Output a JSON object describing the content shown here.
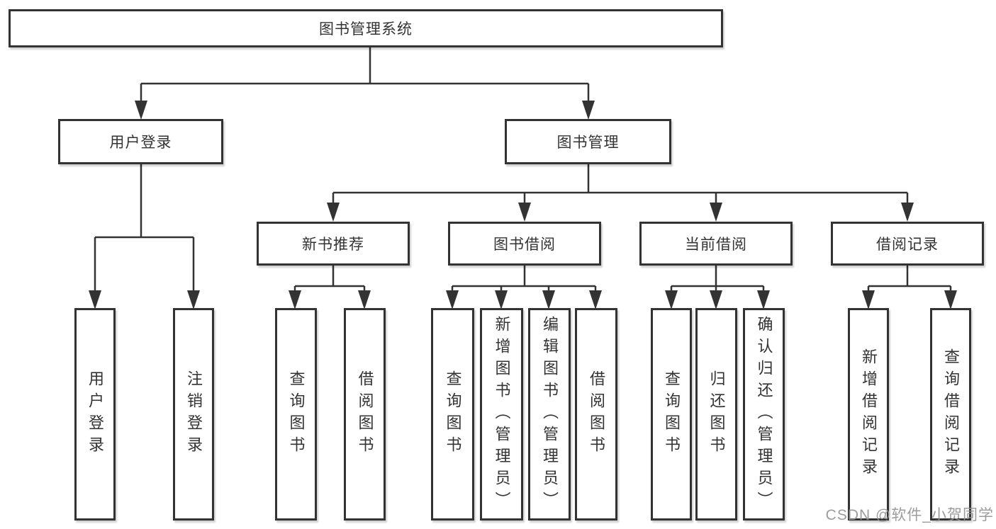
{
  "root": {
    "label": "图书管理系统"
  },
  "branches": {
    "user": {
      "label": "用户登录",
      "children": [
        "用户登录",
        "注销登录"
      ]
    },
    "book": {
      "label": "图书管理"
    }
  },
  "groups": [
    {
      "label": "新书推荐",
      "children": [
        "查询图书",
        "借阅图书"
      ]
    },
    {
      "label": "图书借阅",
      "children": [
        "查询图书",
        "新增图书（管理员）",
        "编辑图书（管理员）",
        "借阅图书"
      ]
    },
    {
      "label": "当前借阅",
      "children": [
        "查询图书",
        "归还图书",
        "确认归还（管理员）"
      ]
    },
    {
      "label": "借阅记录",
      "children": [
        "新增借阅记录",
        "查询借阅记录"
      ]
    }
  ],
  "watermark": "CSDN @软件_小贺同学",
  "colors": {
    "line": "#333333",
    "text": "#333333",
    "background": "#ffffff",
    "watermark": "#949494"
  }
}
